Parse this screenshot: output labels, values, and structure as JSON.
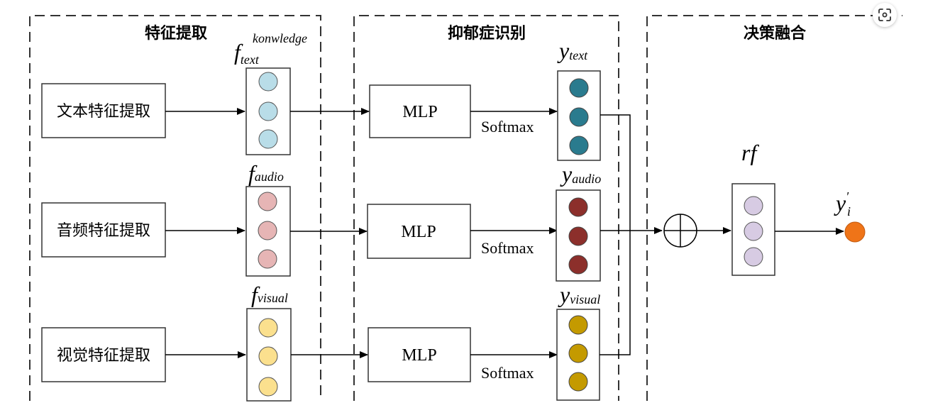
{
  "sections": [
    {
      "title": "特征提取"
    },
    {
      "title": "抑郁症识别"
    },
    {
      "title": "决策融合"
    }
  ],
  "extractors": [
    {
      "label": "文本特征提取"
    },
    {
      "label": "音频特征提取"
    },
    {
      "label": "视觉特征提取"
    }
  ],
  "features": [
    {
      "symbol": "f",
      "sub": "text",
      "sup": "konwledge",
      "color": "#b9dde8"
    },
    {
      "symbol": "f",
      "sub": "audio",
      "sup": "",
      "color": "#e6b5b5"
    },
    {
      "symbol": "f",
      "sub": "visual",
      "sup": "",
      "color": "#fbe08e"
    }
  ],
  "classifiers": [
    {
      "label": "MLP",
      "activation": "Softmax"
    },
    {
      "label": "MLP",
      "activation": "Softmax"
    },
    {
      "label": "MLP",
      "activation": "Softmax"
    }
  ],
  "outputs": [
    {
      "symbol": "y",
      "sub": "text",
      "color": "#2a7b8e"
    },
    {
      "symbol": "y",
      "sub": "audio",
      "color": "#8c2f2b"
    },
    {
      "symbol": "y",
      "sub": "visual",
      "color": "#c49a00"
    }
  ],
  "fusion": {
    "symbol": "rf",
    "color": "#d7cbe3",
    "result_symbol": "y",
    "result_prime": "′",
    "result_sub": "i",
    "result_color": "#ef7418"
  },
  "icons": {
    "screenshot_button": "screenshot-icon"
  }
}
